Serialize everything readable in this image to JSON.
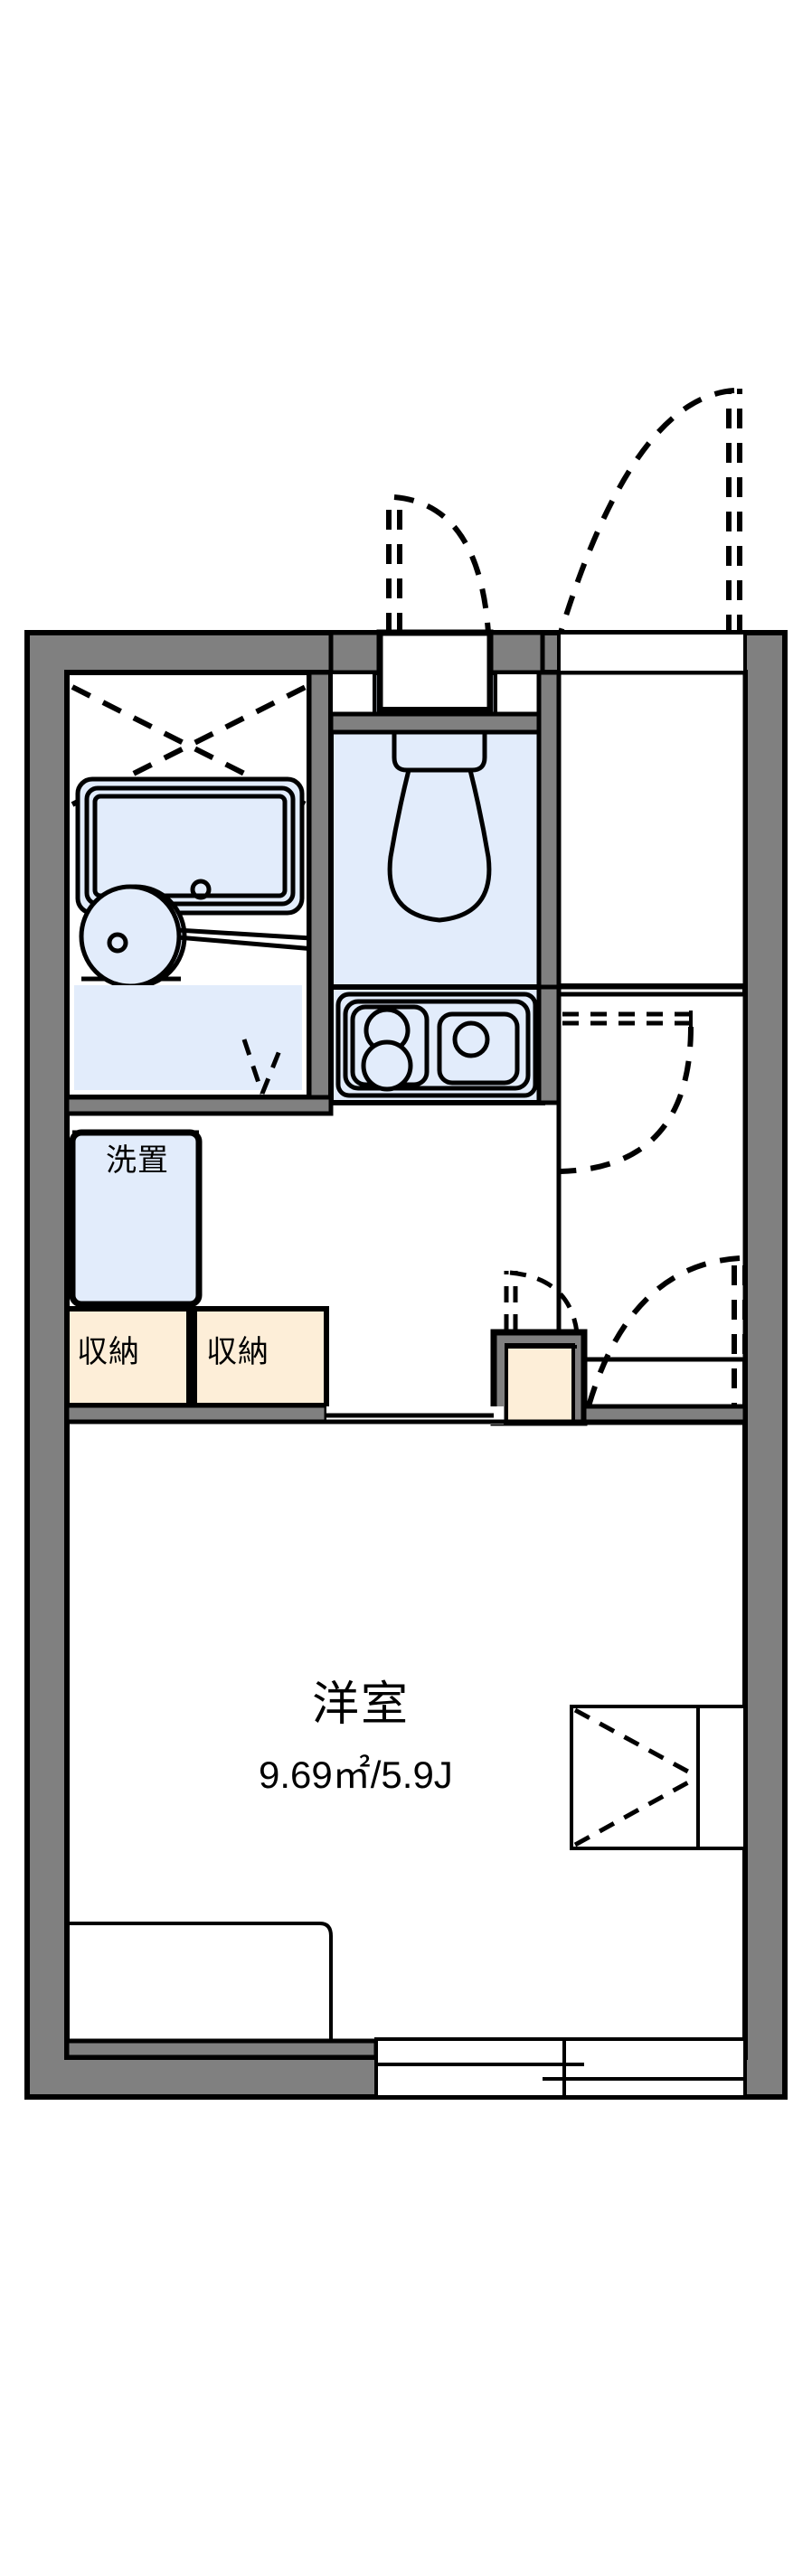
{
  "plan": {
    "title": "Apartment floor plan",
    "colors": {
      "wall_fill": "#808080",
      "wall_outline": "#000000",
      "fixture_fill": "#e2ecfb",
      "cabinet_fill": "#fdeed8",
      "line": "#000000",
      "background": "#ffffff"
    },
    "rooms": [
      {
        "id": "main-room",
        "name": "洋室",
        "area_line": "9.69㎡/5.9J",
        "area_sqm": "9.69",
        "area_jo": "5.9J"
      }
    ],
    "labels": {
      "washer_place": "洗置",
      "storage_left": "収納",
      "storage_right": "収納"
    },
    "fixtures": [
      {
        "id": "unit-bath",
        "name": "unit-bath",
        "fill": "#e2ecfb"
      },
      {
        "id": "bathtub",
        "name": "bathtub",
        "fill": "#e2ecfb"
      },
      {
        "id": "washbasin",
        "name": "washbasin",
        "fill": "#e2ecfb"
      },
      {
        "id": "toilet",
        "name": "toilet",
        "fill": "#e2ecfb"
      },
      {
        "id": "kitchen-counter",
        "name": "kitchen-counter",
        "fill": "#e2ecfb"
      },
      {
        "id": "stove-two-burner",
        "name": "stove",
        "burners": 2,
        "fill": "#e2ecfb"
      },
      {
        "id": "kitchen-sink",
        "name": "sink",
        "fill": "#e2ecfb"
      },
      {
        "id": "washer-space",
        "name": "washing-machine-space",
        "fill": "#e2ecfb"
      },
      {
        "id": "shoe-cabinet",
        "name": "shoe-cabinet",
        "fill": "#fdeed8"
      },
      {
        "id": "closet-a",
        "name": "storage-closet-left",
        "fill": "#fdeed8"
      },
      {
        "id": "closet-b",
        "name": "storage-closet-right",
        "fill": "#fdeed8"
      },
      {
        "id": "room-closet",
        "name": "room-closet",
        "fill": "#ffffff"
      },
      {
        "id": "balcony-window",
        "name": "sliding-window",
        "fill": "#ffffff"
      }
    ],
    "doors": [
      {
        "id": "entry-door",
        "name": "entrance-door",
        "type": "swing"
      },
      {
        "id": "toilet-window",
        "name": "toilet-vent-door",
        "type": "swing"
      },
      {
        "id": "hall-door",
        "name": "hall-door",
        "type": "swing"
      },
      {
        "id": "room-door",
        "name": "room-entry-door",
        "type": "swing"
      },
      {
        "id": "shoe-door",
        "name": "shoe-cabinet-door",
        "type": "swing"
      }
    ]
  }
}
